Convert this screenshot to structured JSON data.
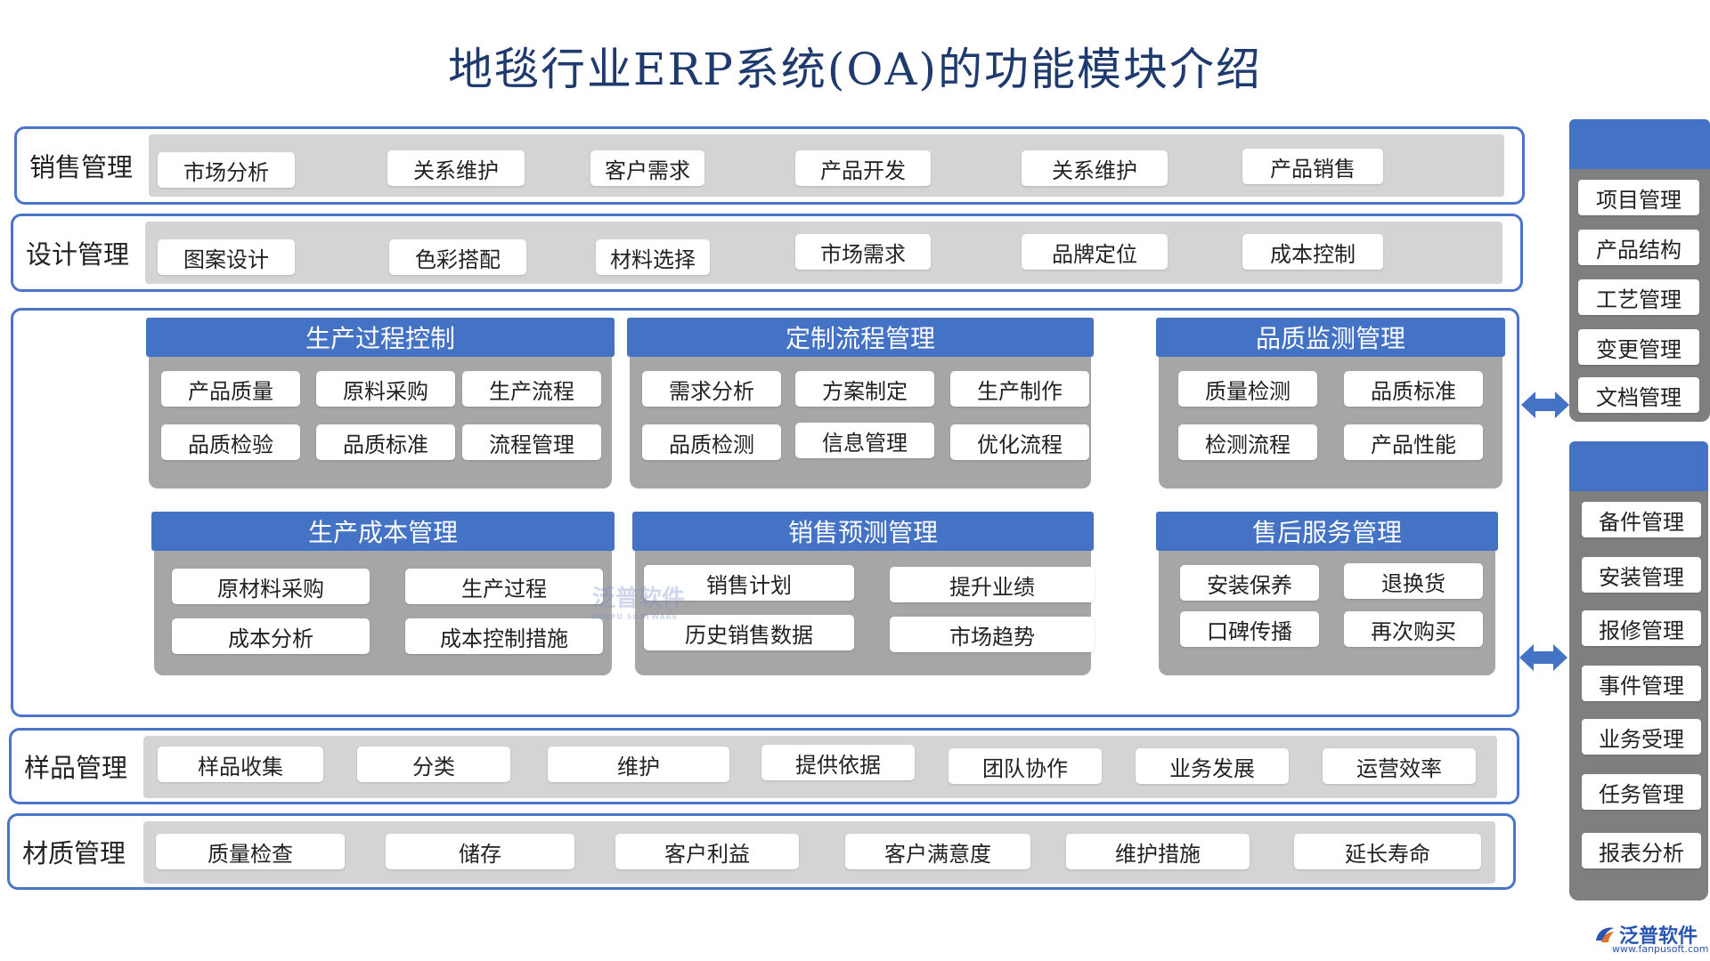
{
  "title": "地毯行业ERP系统(OA)的功能模块介绍",
  "rows": {
    "sales": {
      "label": "销售管理",
      "items": [
        "市场分析",
        "关系维护",
        "客户需求",
        "产品开发",
        "关系维护",
        "产品销售"
      ]
    },
    "design": {
      "label": "设计管理",
      "items": [
        "图案设计",
        "色彩搭配",
        "材料选择",
        "市场需求",
        "品牌定位",
        "成本控制"
      ]
    },
    "sample": {
      "label": "样品管理",
      "items": [
        "样品收集",
        "分类",
        "维护",
        "提供依据",
        "团队协作",
        "业务发展",
        "运营效率"
      ]
    },
    "material": {
      "label": "材质管理",
      "items": [
        "质量检查",
        "储存",
        "客户利益",
        "客户满意度",
        "维护措施",
        "延长寿命"
      ]
    }
  },
  "modules": [
    {
      "title": "生产过程控制",
      "items": [
        "产品质量",
        "原料采购",
        "生产流程",
        "品质检验",
        "品质标准",
        "流程管理"
      ]
    },
    {
      "title": "定制流程管理",
      "items": [
        "需求分析",
        "方案制定",
        "生产制作",
        "品质检测",
        "信息管理",
        "优化流程"
      ]
    },
    {
      "title": "品质监测管理",
      "items": [
        "质量检测",
        "品质标准",
        "检测流程",
        "产品性能"
      ]
    },
    {
      "title": "生产成本管理",
      "items": [
        "原材料采购",
        "生产过程",
        "成本分析",
        "成本控制措施"
      ]
    },
    {
      "title": "销售预测管理",
      "items": [
        "销售计划",
        "提升业绩",
        "历史销售数据",
        "市场趋势"
      ]
    },
    {
      "title": "售后服务管理",
      "items": [
        "安装保养",
        "退换货",
        "口碑传播",
        "再次购买"
      ]
    }
  ],
  "side_top": [
    "项目管理",
    "产品结构",
    "工艺管理",
    "变更管理",
    "文档管理"
  ],
  "side_bottom": [
    "备件管理",
    "安装管理",
    "报修管理",
    "事件管理",
    "业务受理",
    "任务管理",
    "报表分析"
  ],
  "watermark": {
    "name": "泛普软件",
    "sub": "FANPU SOFTWARE"
  },
  "logo": {
    "name": "泛普软件",
    "url": "www.fanpusoft.com"
  },
  "colors": {
    "accent": "#4472c4",
    "border": "#4a74c9",
    "track": "#d4d4d4",
    "module_bg": "#a6a6a6",
    "side_bg": "#7f7f7f"
  }
}
